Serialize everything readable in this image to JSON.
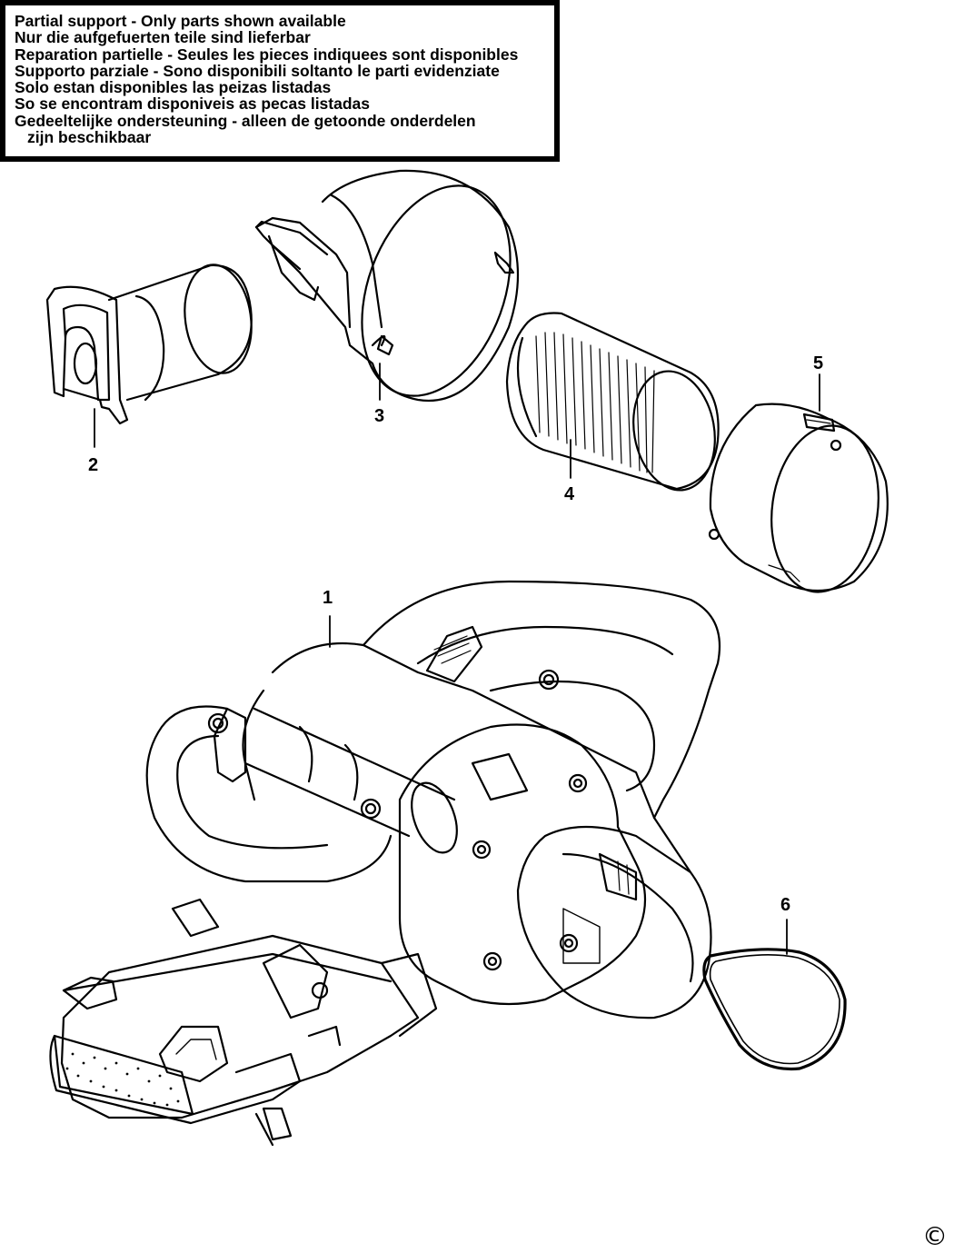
{
  "notice": {
    "lines": [
      "Partial support - Only parts shown available",
      "Nur die aufgefuerten teile sind lieferbar",
      "Reparation partielle - Seules les pieces indiquees sont disponibles",
      "Supporto parziale - Sono disponibili soltanto le parti evidenziate",
      "Solo estan disponibles las peizas listadas",
      "So se encontram disponiveis as pecas listadas",
      "Gedeeltelijke ondersteuning - alleen de getoonde onderdelen",
      "zijn beschikbaar"
    ]
  },
  "parts": [
    {
      "number": "1",
      "description_icon": "belt-sander-body-icon"
    },
    {
      "number": "2",
      "description_icon": "dust-adaptor-icon"
    },
    {
      "number": "3",
      "description_icon": "dust-elbow-housing-icon"
    },
    {
      "number": "4",
      "description_icon": "pleated-filter-icon"
    },
    {
      "number": "5",
      "description_icon": "filter-cap-icon"
    },
    {
      "number": "6",
      "description_icon": "sanding-belt-icon"
    }
  ],
  "copyright_symbol": "©",
  "colors": {
    "line": "#000000",
    "background": "#ffffff"
  }
}
